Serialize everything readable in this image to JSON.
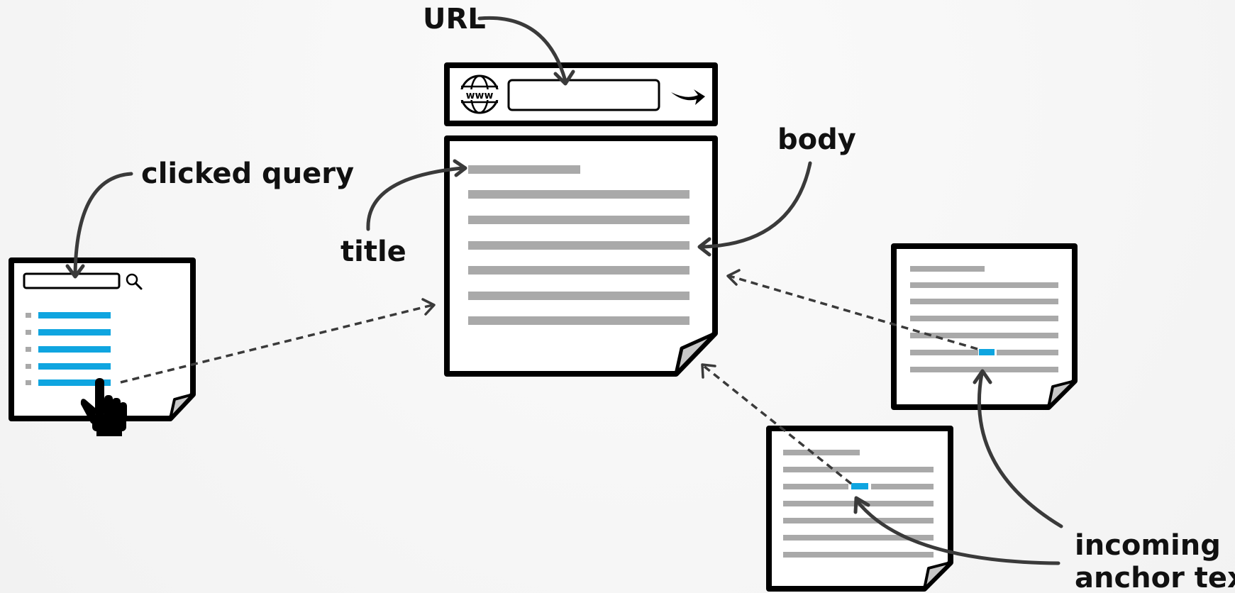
{
  "labels": {
    "url": "URL",
    "body": "body",
    "title": "title",
    "clicked_query": "clicked query",
    "incoming_line1": "incoming",
    "incoming_line2": "anchor text"
  },
  "colors": {
    "anchor_blue": "#0fa5e0",
    "text_gray": "#a9a9a9",
    "arrow": "#3a3a3a"
  },
  "icons": [
    "globe-www-icon",
    "go-arrow-icon",
    "magnifier-icon",
    "pointing-hand-icon"
  ]
}
